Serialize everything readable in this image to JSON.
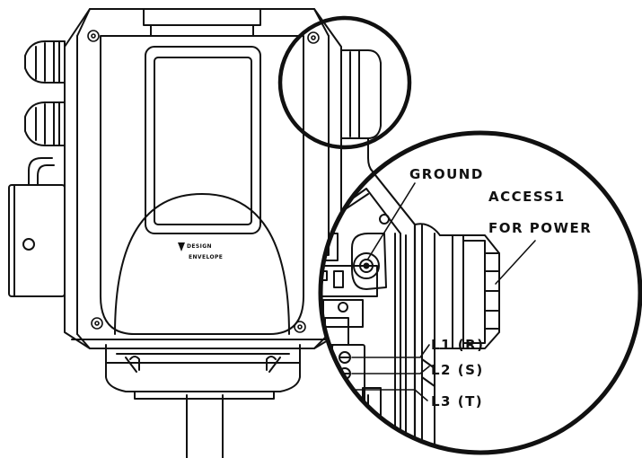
{
  "labels": {
    "ground": "GROUND",
    "access": "ACCESS1",
    "for_power": "FOR POWER",
    "l1": "L1 (R)",
    "l2": "L2 (S)",
    "l3": "L3 (T)"
  },
  "logo": {
    "line1": "DESIGN",
    "line2": "ENVELOPE"
  },
  "colors": {
    "line": "#111111",
    "background": "#ffffff"
  }
}
